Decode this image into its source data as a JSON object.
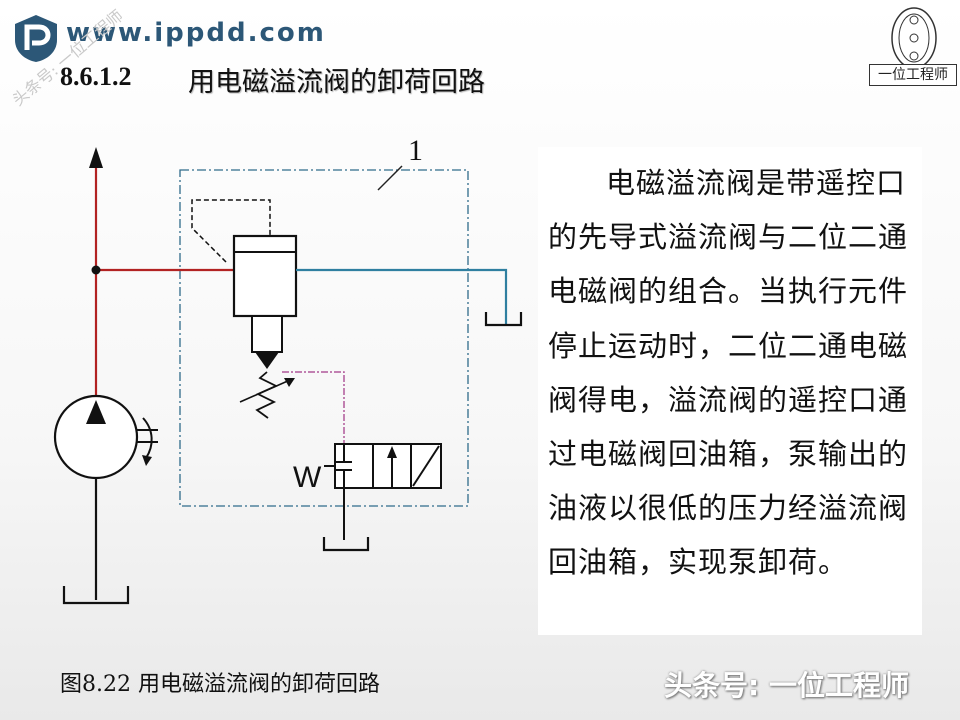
{
  "header": {
    "site_url": "www.ippdd.com",
    "section_number": "8.6.1.2",
    "section_title": "用电磁溢流阀的卸荷回路",
    "side_watermark": "头条号: 一位工程师",
    "stamp_label": "一位工程师"
  },
  "diagram": {
    "component_label": "1",
    "spring_letter": "W",
    "colors": {
      "pressure_line": "#b22222",
      "return_line": "#2f7fa0",
      "pilot_line": "#b0589a",
      "boundary": "#2f6b8a"
    }
  },
  "description": "电磁溢流阀是带遥控口的先导式溢流阀与二位二通电磁阀的组合。当执行元件停止运动时，二位二通电磁阀得电，溢流阀的遥控口通过电磁阀回油箱，泵输出的油液以很低的压力经溢流阀回油箱，实现泵卸荷。",
  "caption": "图8.22 用电磁溢流阀的卸荷回路",
  "footer_watermark": "头条号: 一位工程师"
}
